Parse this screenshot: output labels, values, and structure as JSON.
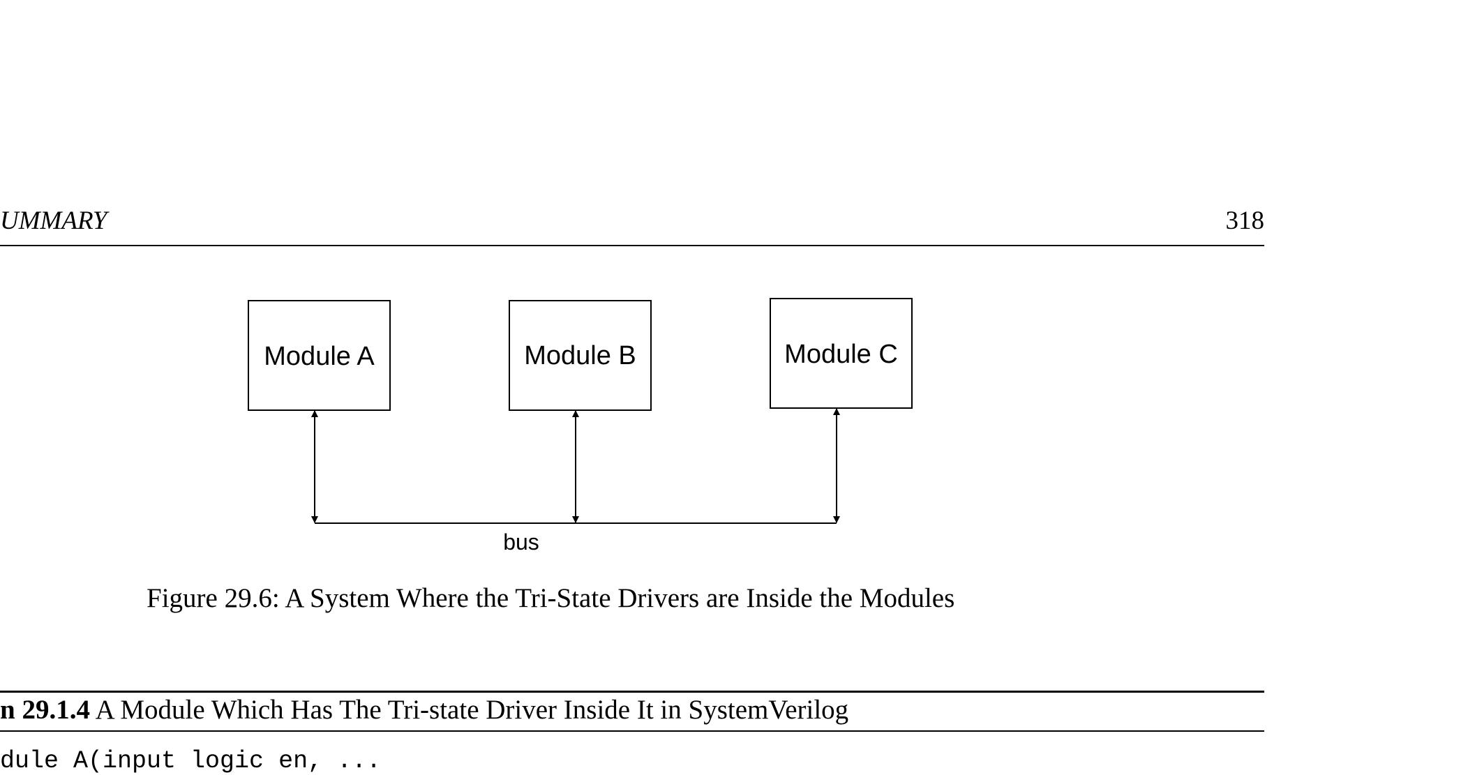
{
  "header": {
    "section_title": "UMMARY",
    "page_number": "318"
  },
  "figure": {
    "modules": [
      {
        "label": "Module A"
      },
      {
        "label": "Module B"
      },
      {
        "label": "Module C"
      }
    ],
    "bus_label": "bus",
    "caption": "Figure 29.6: A System Where the Tri-State Drivers are Inside the Modules"
  },
  "listing": {
    "number": "n 29.1.4",
    "title": "A Module Which Has The Tri-state Driver Inside It in SystemVerilog",
    "first_line": "dule A(input logic en, ..."
  }
}
